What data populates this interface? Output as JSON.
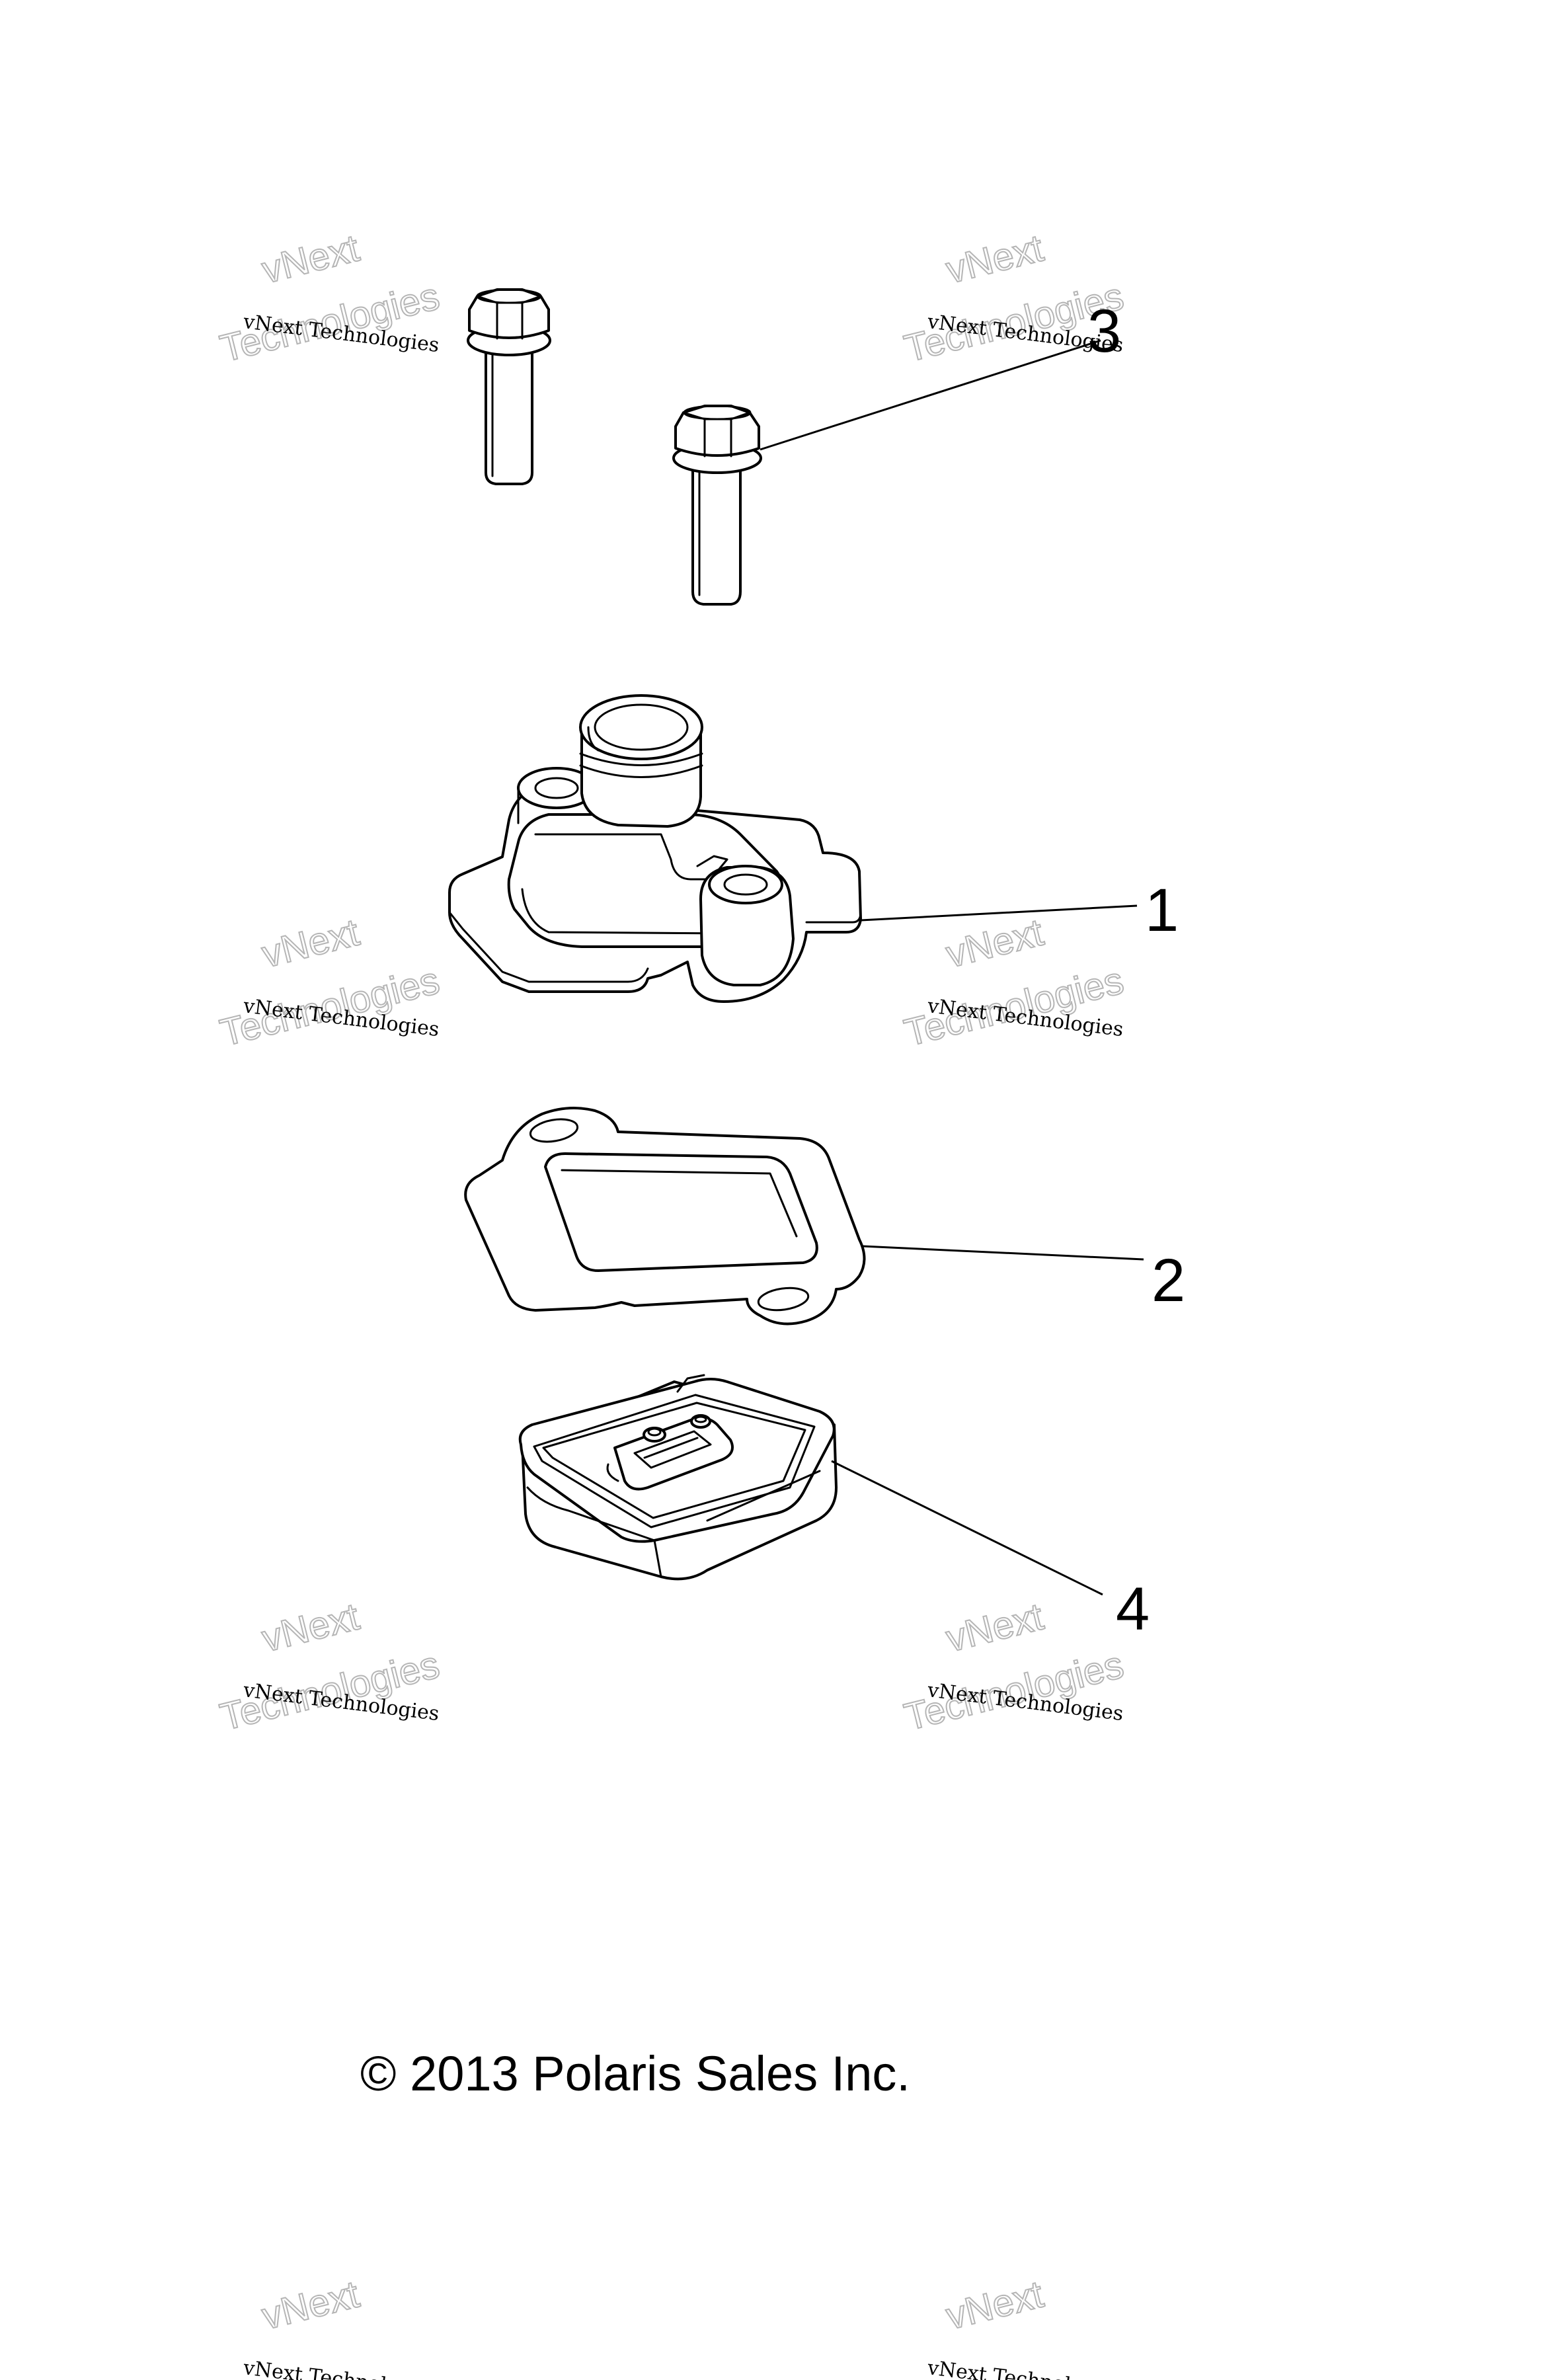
{
  "callouts": {
    "part_1": "1",
    "part_2": "2",
    "part_3": "3",
    "part_4": "4"
  },
  "watermark": {
    "line_small": "vNext Technologies",
    "line_big": "Technologies",
    "line_top": "vNext"
  },
  "copyright": "© 2013 Polaris Sales Inc."
}
